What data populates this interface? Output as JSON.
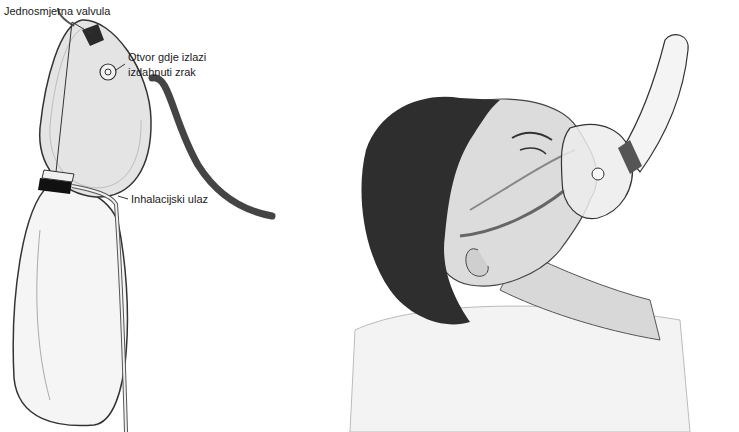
{
  "diagram": {
    "labels": [
      "Jednosmjerna valvula",
      "Otvor gdje izlazi izdahnuti zrak",
      "Inhalacijski ulaz"
    ]
  }
}
